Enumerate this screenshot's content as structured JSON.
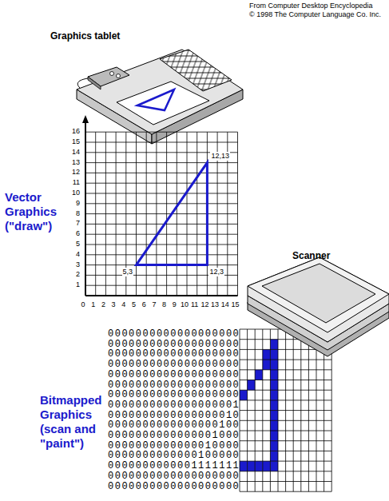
{
  "diagram": {
    "labels": [
      "From Computer Desktop Encyclopedia",
      "© 1998 The Computer Language Co. Inc.",
      "Graphics tablet",
      "16",
      "15",
      "14",
      "13",
      "12",
      "11",
      "10",
      "9",
      "8",
      "7",
      "6",
      "5",
      "4",
      "3",
      "2",
      "1",
      "0",
      "1",
      "2",
      "3",
      "4",
      "5",
      "6",
      "7",
      "8",
      "9",
      "10",
      "11",
      "12",
      "13",
      "14",
      "15",
      "12,13",
      "5,3",
      "12,3",
      "Vector Graphics (\"draw\")",
      "Scanner",
      "0000000000000000000",
      "0000000000000000000",
      "0000000000000000000",
      "0000000000000000000",
      "0000000000000000000",
      "0000000000000000000",
      "0000000000000000000",
      "0000000000000000001",
      "0000000000000000010",
      "0000000000000000100",
      "0000000000000001000",
      "0000000000000010000",
      "0000000000000100000",
      "0000000000001111111",
      "0000000000000000000",
      "0000000000000000000",
      "Bitmapped Graphics (scan and \"paint\")"
    ]
  }
}
